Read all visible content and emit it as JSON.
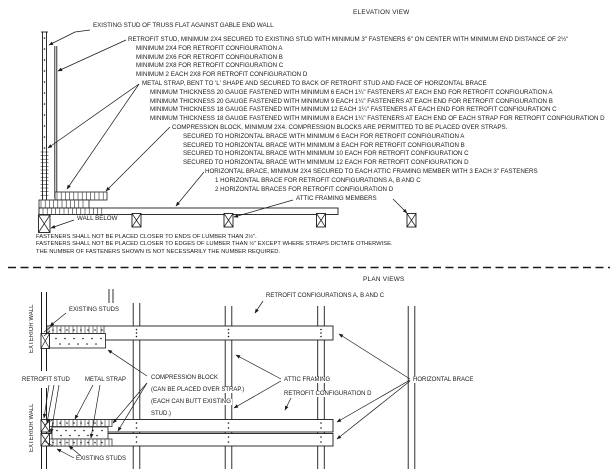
{
  "colors": {
    "ink": "#1a1a1a",
    "paper": "#ffffff"
  },
  "elevation": {
    "title": "ELEVATION VIEW",
    "callouts": [
      "EXISTING STUD OF TRUSS FLAT AGAINST GABLE END WALL",
      "RETROFIT STUD, MINIMUM 2X4 SECURED TO EXISTING STUD WITH MINIMUM 3\" FASTENERS 6\" ON CENTER WITH MINIMUM END DISTANCE OF 2½\"",
      "MINIMUM 2X4 FOR RETROFIT CONFIGURATION A",
      "MINIMUM 2X6 FOR RETROFIT CONFIGURATION B",
      "MINIMUM 2X8 FOR RETROFIT CONFIGURATION C",
      "MINIMUM 2 EACH 2X8 FOR RETROFIT CONFIGURATION D",
      "METAL STRAP, BENT TO 'L' SHAPE AND SECURED TO BACK OF RETROFIT STUD AND FACE OF HORIZONTAL BRACE",
      "MINIMUM THICKNESS 20 GAUGE FASTENED WITH MINIMUM 6 EACH 1¼\" FASTENERS AT EACH END FOR RETROFIT CONFIGURATION A",
      "MINIMUM THICKNESS 20 GAUGE FASTENED WITH MINIMUM 9 EACH 1¼\" FASTENERS AT EACH END FOR RETROFIT CONFIGURATION B",
      "MINIMUM THICKNESS 18 GAUGE FASTENED WITH MINIMUM 12 EACH 1¼\" FASTENERS AT EACH END FOR RETROFIT CONFIGURATION C",
      "MINIMUM THICKNESS 18 GAUGE FASTENED WITH MINIMUM 8 EACH 1¼\" FASTENERS AT EACH END OF EACH STRAP FOR RETROFIT CONFIGURATION D",
      "COMPRESSION BLOCK, MINIMUM 2X4. COMPRESSION BLOCKS ARE PERMITTED TO BE PLACED OVER STRAPS.",
      "SECURED TO HORIZONTAL BRACE WITH MINIMUM 6 EACH FOR RETROFIT CONFIGURATION A",
      "SECURED TO HORIZONTAL BRACE WITH MINIMUM 8 EACH FOR RETROFIT CONFIGURATION B",
      "SECURED TO HORIZONTAL BRACE WITH MINIMUM 10 EACH FOR RETROFIT CONFIGURATION C",
      "SECURED TO HORIZONTAL BRACE WITH MINIMUM 12 EACH FOR RETROFIT CONFIGURATION D",
      "HORIZONTAL BRACE, MINIMUM 2X4 SECURED TO EACH ATTIC FRAMING MEMBER WITH 3 EACH 3\" FASTENERS",
      "1 HORIZONTAL BRACE FOR RETROFIT CONFIGURATIONS A, B AND C",
      "2 HORIZONTAL BRACES FOR RETROFIT CONFIGURATION D"
    ],
    "attic_framing_members_label": "ATTIC FRAMING MEMBERS",
    "wall_below_label": "WALL BELOW",
    "notes": [
      "FASTENERS SHALL NOT BE PLACED CLOSER TO ENDS OF LUMBER THAN 2½\".",
      "FASTENERS SHALL NOT BE PLACED CLOSER TO EDGES OF LUMBER THAN ½\" EXCEPT WHERE STRAPS DICTATE OTHERWISE.",
      "THE NUMBER OF FASTENERS SHOWN IS NOT NECESSARILY THE NUMBER REQUIRED."
    ]
  },
  "plan": {
    "title": "PLAN VIEWS",
    "config_abc_label": "RETROFIT CONFIGURATIONS A, B AND C",
    "config_d_label": "RETROFIT CONFIGURATION D",
    "exterior_wall_label": "EXTERIOR WALL",
    "existing_studs_label": "EXISTING STUDS",
    "retrofit_stud_label": "RETROFIT STUD",
    "metal_strap_label": "METAL STRAP",
    "compression_block_note_lines": [
      "COMPRESSION BLOCK",
      "(CAN BE PLACED OVER STRAP.)",
      "(EACH CAN BUTT EXISTING",
      "STUD.)"
    ],
    "attic_framing_label": "ATTIC FRAMING",
    "horizontal_brace_label": "HORIZONTAL BRACE"
  }
}
